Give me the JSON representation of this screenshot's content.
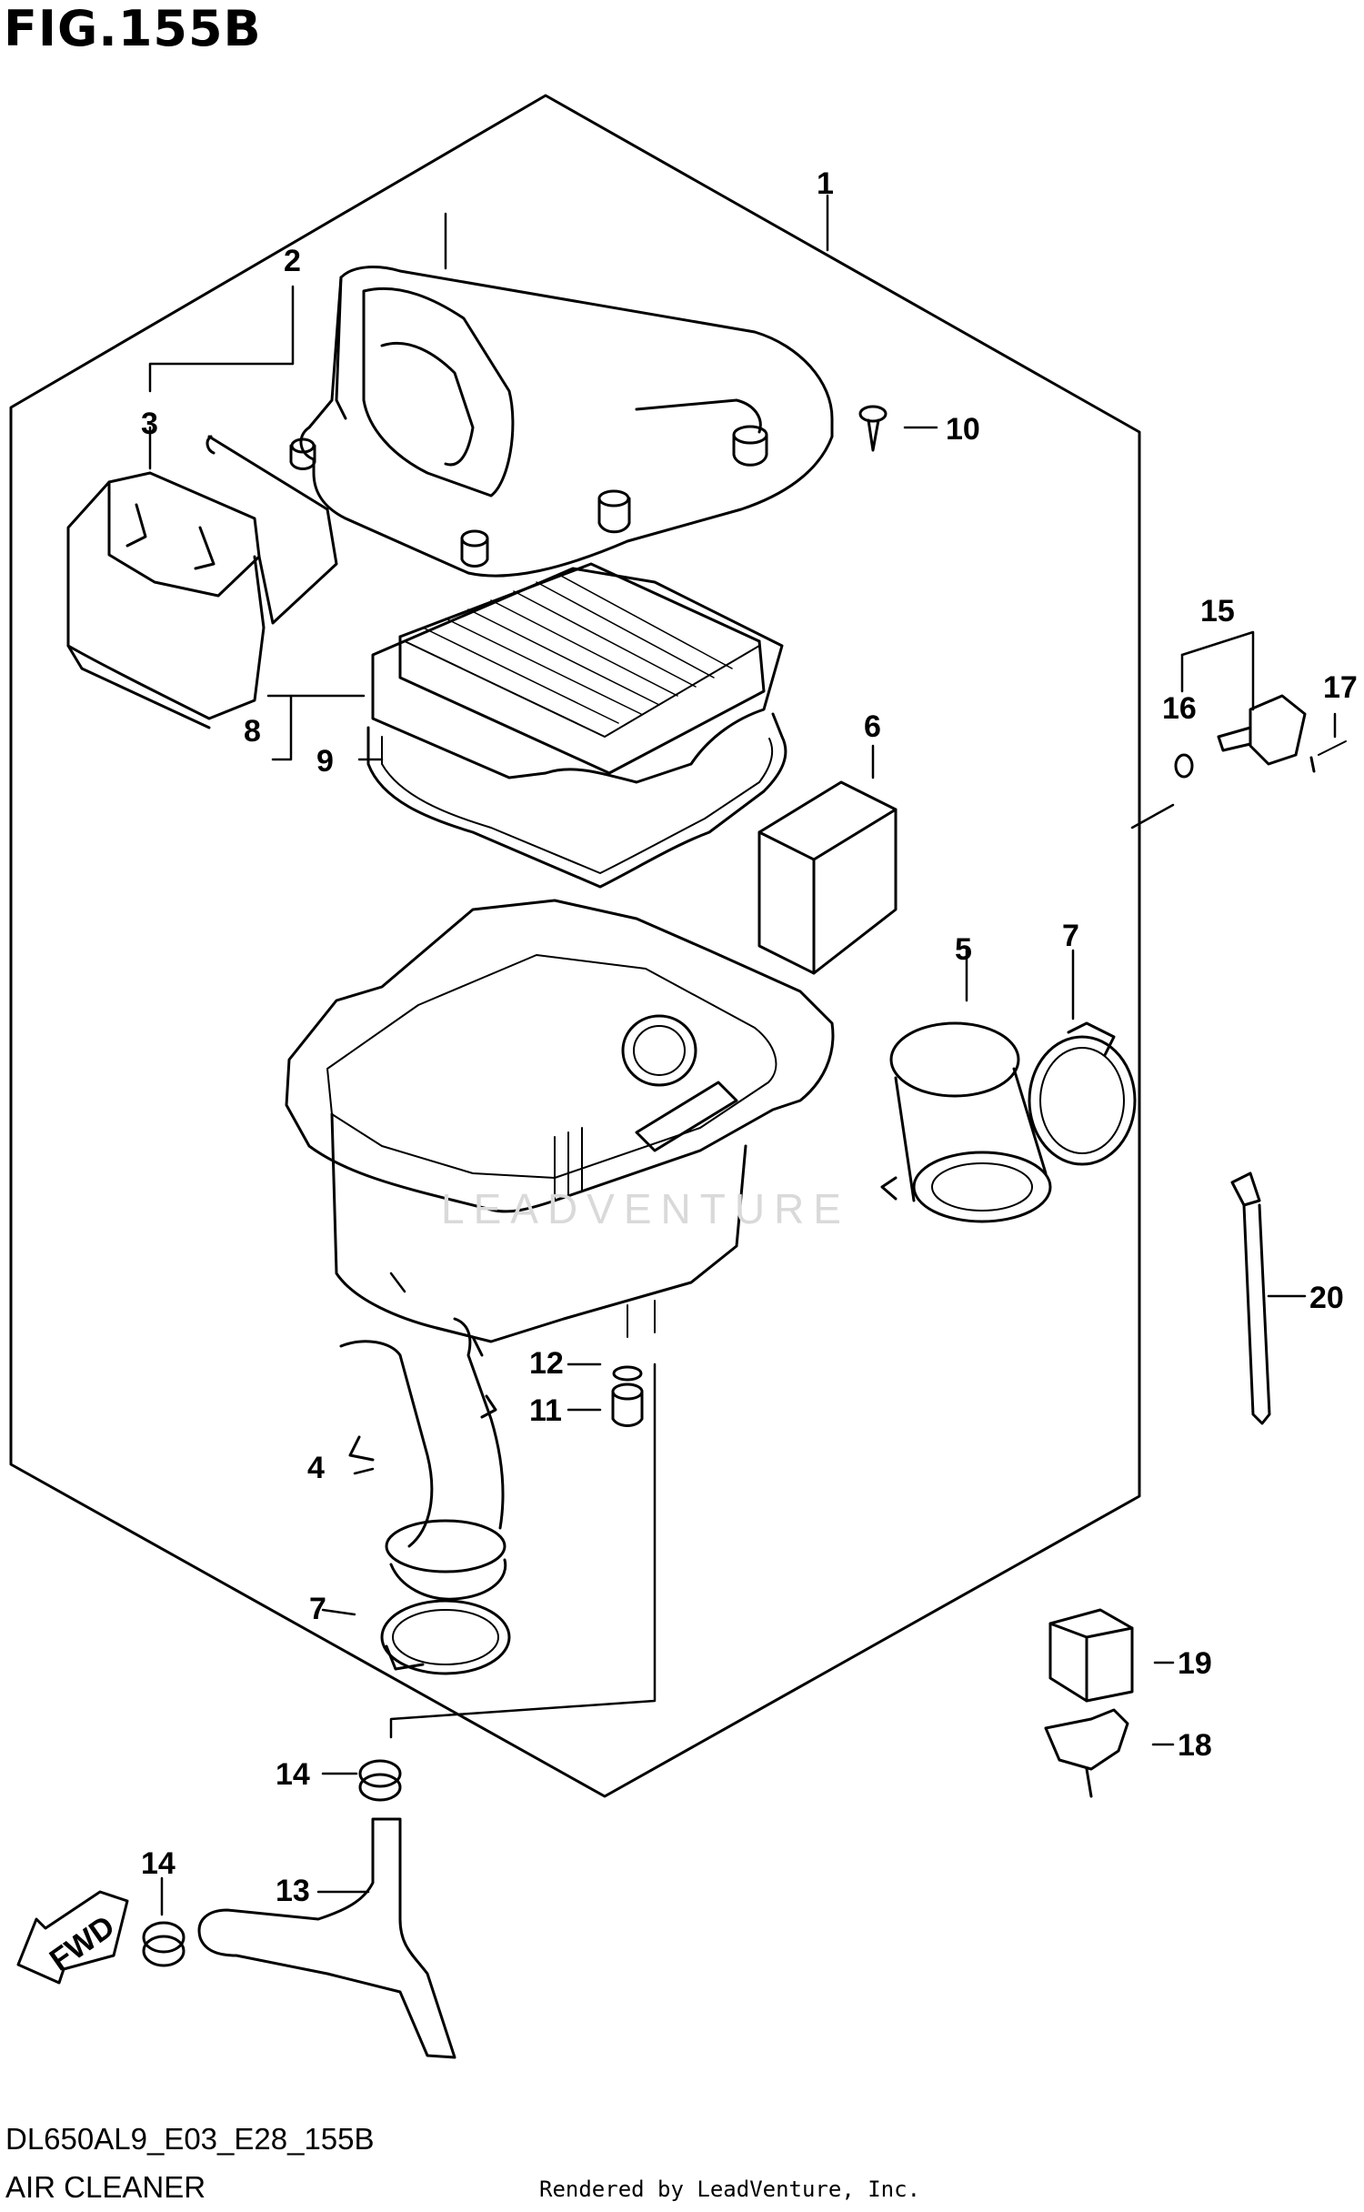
{
  "figure": {
    "title": "FIG.155B",
    "model_code": "DL650AL9_E03_E28_155B",
    "section_name": "AIR CLEANER",
    "credit": "Rendered by LeadVenture, Inc.",
    "watermark": "LEADVENTURE",
    "fwd_label": "FWD"
  },
  "callouts": [
    {
      "id": "1",
      "label": "1"
    },
    {
      "id": "2",
      "label": "2"
    },
    {
      "id": "3",
      "label": "3"
    },
    {
      "id": "4",
      "label": "4"
    },
    {
      "id": "5",
      "label": "5"
    },
    {
      "id": "6",
      "label": "6"
    },
    {
      "id": "7a",
      "label": "7"
    },
    {
      "id": "7b",
      "label": "7"
    },
    {
      "id": "8",
      "label": "8"
    },
    {
      "id": "9",
      "label": "9"
    },
    {
      "id": "10",
      "label": "10"
    },
    {
      "id": "11",
      "label": "11"
    },
    {
      "id": "12",
      "label": "12"
    },
    {
      "id": "13",
      "label": "13"
    },
    {
      "id": "14a",
      "label": "14"
    },
    {
      "id": "14b",
      "label": "14"
    },
    {
      "id": "15",
      "label": "15"
    },
    {
      "id": "16",
      "label": "16"
    },
    {
      "id": "17",
      "label": "17"
    },
    {
      "id": "18",
      "label": "18"
    },
    {
      "id": "19",
      "label": "19"
    },
    {
      "id": "20",
      "label": "20"
    }
  ]
}
